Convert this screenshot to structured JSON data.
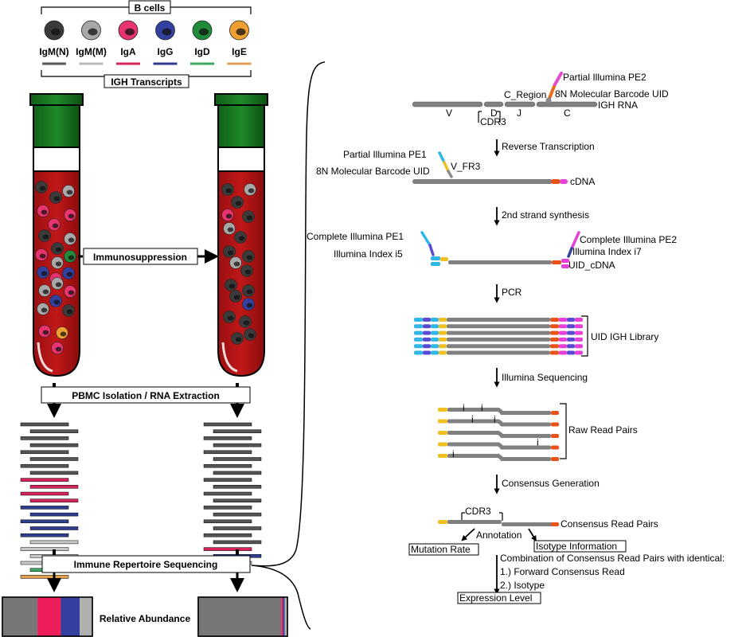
{
  "left": {
    "b_cells_title": "B cells",
    "igh_transcripts_title": "IGH Transcripts",
    "isotypes": [
      {
        "label": "IgM(N)",
        "color": "#3a3a3a",
        "line": "#555555"
      },
      {
        "label": "IgM(M)",
        "color": "#a8a8a8",
        "line": "#b8b8b8"
      },
      {
        "label": "IgA",
        "color": "#e8336f",
        "line": "#d4245a"
      },
      {
        "label": "IgG",
        "color": "#3340a0",
        "line": "#2f3d8f"
      },
      {
        "label": "IgD",
        "color": "#1e8a3a",
        "line": "#3aa860"
      },
      {
        "label": "IgE",
        "color": "#f0a030",
        "line": "#e0a050"
      }
    ],
    "immunosuppression_label": "Immunosuppression",
    "pbmc_label": "PBMC Isolation / RNA Extraction",
    "sequencing_label": "Immune Repertoire Sequencing",
    "relative_abundance_label": "Relative Abundance",
    "abundance_left": [
      {
        "isotype": "IgM",
        "fraction": 0.39,
        "color": "#777777"
      },
      {
        "isotype": "IgA",
        "fraction": 0.26,
        "color": "#ee1e5a"
      },
      {
        "isotype": "IgG",
        "fraction": 0.21,
        "color": "#3340a0"
      },
      {
        "isotype": "IgM(M)",
        "fraction": 0.14,
        "color": "#b0b0b0"
      }
    ],
    "abundance_right": [
      {
        "isotype": "IgM",
        "fraction": 0.93,
        "color": "#777777"
      },
      {
        "isotype": "IgA",
        "fraction": 0.02,
        "color": "#ee1e5a"
      },
      {
        "isotype": "IgG",
        "fraction": 0.02,
        "color": "#3340a0"
      },
      {
        "isotype": "IgM(M)",
        "fraction": 0.03,
        "color": "#b0b0b0"
      }
    ]
  },
  "right": {
    "step1": {
      "partial_pe2": "Partial Illumina PE2",
      "c_region": "C_Region",
      "uid": "8N Molecular Barcode UID",
      "igh_rna": "IGH RNA",
      "v": "V",
      "d": "D",
      "j": "J",
      "c": "C",
      "cdr3": "CDR3"
    },
    "arrow1": "Reverse Transcription",
    "step2": {
      "partial_pe1": "Partial Illumina PE1",
      "uid": "8N Molecular Barcode UID",
      "v_fr3": "V_FR3",
      "cdna": "cDNA"
    },
    "arrow2": "2nd strand synthesis",
    "step3": {
      "complete_pe1": "Complete Illumina PE1",
      "index_i5": "Illumina Index i5",
      "complete_pe2": "Complete Illumina PE2",
      "index_i7": "Illumina Index i7",
      "uid_cdna": "UID_cDNA"
    },
    "arrow3": "PCR",
    "library_label": "UID IGH Library",
    "arrow4": "Illumina Sequencing",
    "raw_read_pairs": "Raw Read Pairs",
    "read_mark": "i",
    "arrow5": "Consensus Generation",
    "cdr3": "CDR3",
    "consensus_read_pairs": "Consensus Read Pairs",
    "annotation": "Annotation",
    "mutation_rate": "Mutation Rate",
    "isotype_information": "Isotype Information",
    "combination_title": "Combination of Consensus Read Pairs with identical:",
    "combination_1": "1.) Forward Consensus Read",
    "combination_2": "2.) Isotype",
    "expression_level": "Expression Level"
  }
}
